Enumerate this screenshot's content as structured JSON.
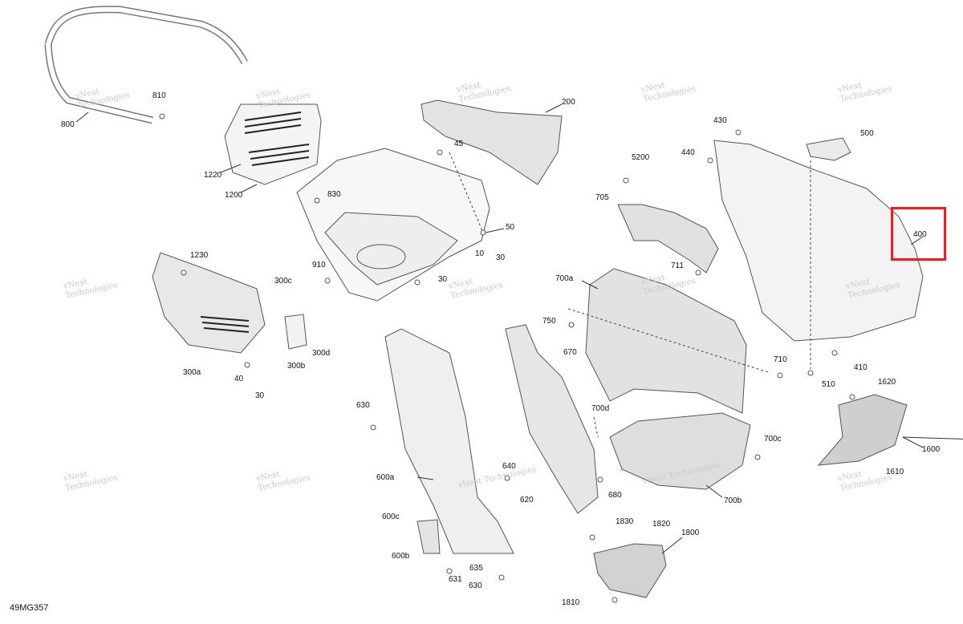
{
  "diagram": {
    "document_code": "49MG357",
    "highlight_color": "#d8262b",
    "highlighted_part": "400",
    "watermark_line1": "vNext",
    "watermark_line2": "Technologies",
    "watermark_inline": "vNext Technologies",
    "callouts": {
      "c800": "800",
      "c810": "810",
      "c1220": "1220",
      "c1200": "1200",
      "c45": "45",
      "c200": "200",
      "c830": "830",
      "c50": "50",
      "c10": "10",
      "c30a": "30",
      "c910": "910",
      "c30b": "30",
      "c1230": "1230",
      "c300c": "300c",
      "c300a": "300a",
      "c300b": "300b",
      "c300d": "300d",
      "c40": "40",
      "c30c": "30",
      "c5200": "5200",
      "c705": "705",
      "c711": "711",
      "c430": "430",
      "c440": "440",
      "c500": "500",
      "c400": "400",
      "c700a": "700a",
      "c750": "750",
      "c670": "670",
      "c710": "710",
      "c410": "410",
      "c510": "510",
      "c1620": "1620",
      "c1600": "1600",
      "c1610": "1610",
      "c700d": "700d",
      "c700c": "700c",
      "c700b": "700b",
      "c680": "680",
      "c630": "630",
      "c600a": "600a",
      "c640": "640",
      "c620": "620",
      "c600c": "600c",
      "c600b": "600b",
      "c631": "631",
      "c635": "635",
      "c630b": "630",
      "c1830": "1830",
      "c1820": "1820",
      "c1800": "1800",
      "c1810": "1810"
    }
  }
}
